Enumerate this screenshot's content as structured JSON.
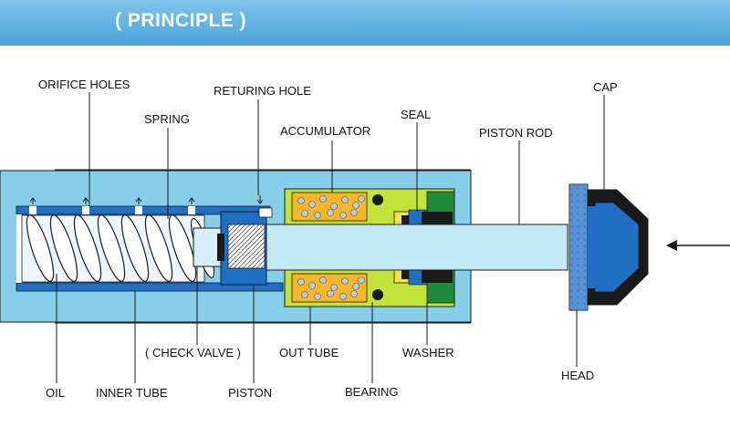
{
  "header": {
    "title": "( PRINCIPLE )"
  },
  "labels": {
    "orifice_holes": "ORIFICE HOLES",
    "spring": "SPRING",
    "returning_hole": "RETURING HOLE",
    "accumulator": "ACCUMULATOR",
    "seal": "SEAL",
    "piston_rod": "PISTON ROD",
    "cap": "CAP",
    "check_valve": "( CHECK VALVE )",
    "out_tube": "OUT TUBE",
    "washer": "WASHER",
    "head": "HEAD",
    "oil": "OIL",
    "inner_tube": "INNER TUBE",
    "piston": "PISTON",
    "bearing": "BEARING"
  },
  "colors": {
    "banner": "#5aaee0",
    "outer_tube": "#87ceeb",
    "inner_blue": "#1f6fc4",
    "accumulator_fill": "#f4b72b",
    "seal_green": "#c4e33a",
    "washer_green": "#1f8a3b",
    "rod": "#c3e9f7",
    "head_blue": "#1f6fc4",
    "cap_black": "#1a1a1a"
  }
}
